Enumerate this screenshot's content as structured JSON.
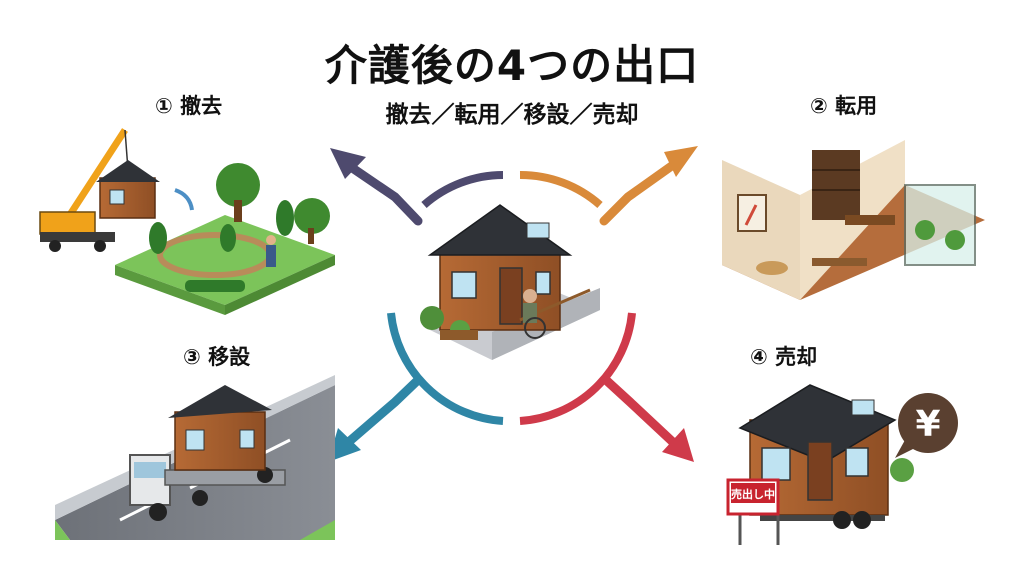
{
  "header": {
    "title": "介護後の4つの出口",
    "subtitle": "撤去／転用／移設／売却"
  },
  "exits": [
    {
      "number": "①",
      "label": "撤去",
      "position": "top-left",
      "color": "#4e4a6e"
    },
    {
      "number": "②",
      "label": "転用",
      "position": "top-right",
      "color": "#d98a3a"
    },
    {
      "number": "③",
      "label": "移設",
      "position": "bottom-left",
      "color": "#2f86a6"
    },
    {
      "number": "④",
      "label": "売却",
      "position": "bottom-right",
      "color": "#cf3a4a"
    }
  ],
  "signs": {
    "for_sale": "売出し中",
    "yen": "¥"
  }
}
